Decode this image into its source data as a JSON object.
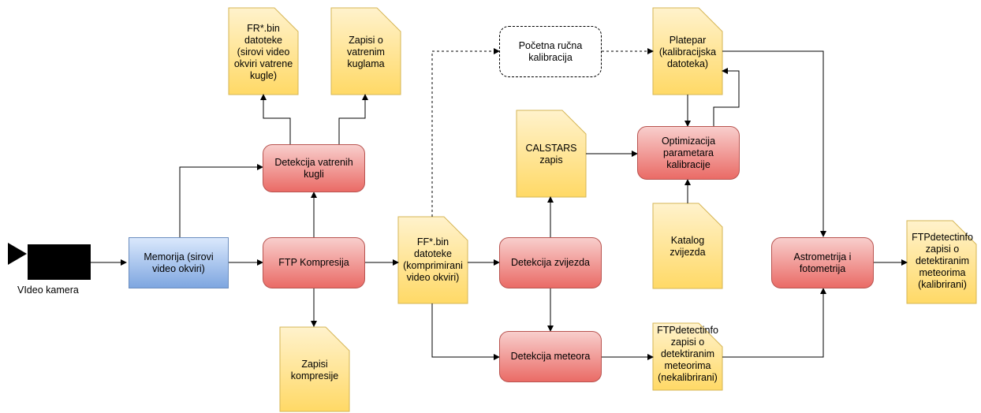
{
  "nodes": {
    "camera_label": "VIdeo kamera",
    "memorija": "Memorija (sirovi\nvideo okviri)",
    "ftp_kompresija": "FTP Kompresija",
    "detekcija_kugli": "Detekcija vatrenih\nkugli",
    "fr_bin": "FR*.bin\ndatoteke\n(sirovi video\nokviri vatrene\nkugle)",
    "zapisi_kuglama": "Zapisi o\nvatrenim\nkuglama",
    "zapisi_kompresije": "Zapisi\nkompresije",
    "ff_bin": "FF*.bin\ndatoteke\n(komprimirani\nvideo okviri)",
    "detekcija_zvijezda": "Detekcija zvijezda",
    "detekcija_meteora": "Detekcija meteora",
    "pocetna_kalibracija": "Početna ručna\nkalibracija",
    "calstars": "CALSTARS\nzapis",
    "platepar": "Platepar\n(kalibracijska\ndatoteka)",
    "optimizacija": "Optimizacija\nparametara\nkalibracije",
    "katalog": "Katalog\nzvijezda",
    "ftpdetect_nekal": "FTPdetectinfo\nzapisi o\ndetektiranim\nmeteorima\n(nekalibrirani)",
    "astrometrija": "Astrometrija i\nfotometrija",
    "ftpdetect_kal": "FTPdetectinfo\nzapisi o\ndetektiranim\nmeteorima\n(kalibrirani)"
  },
  "colors": {
    "process_fill": "#f8cecc",
    "process_stroke": "#b85450",
    "memory_fill": "#dae8fc",
    "memory_stroke": "#6c8ebf",
    "document_fill": "#fff2cc",
    "document_stroke": "#d6b656"
  }
}
